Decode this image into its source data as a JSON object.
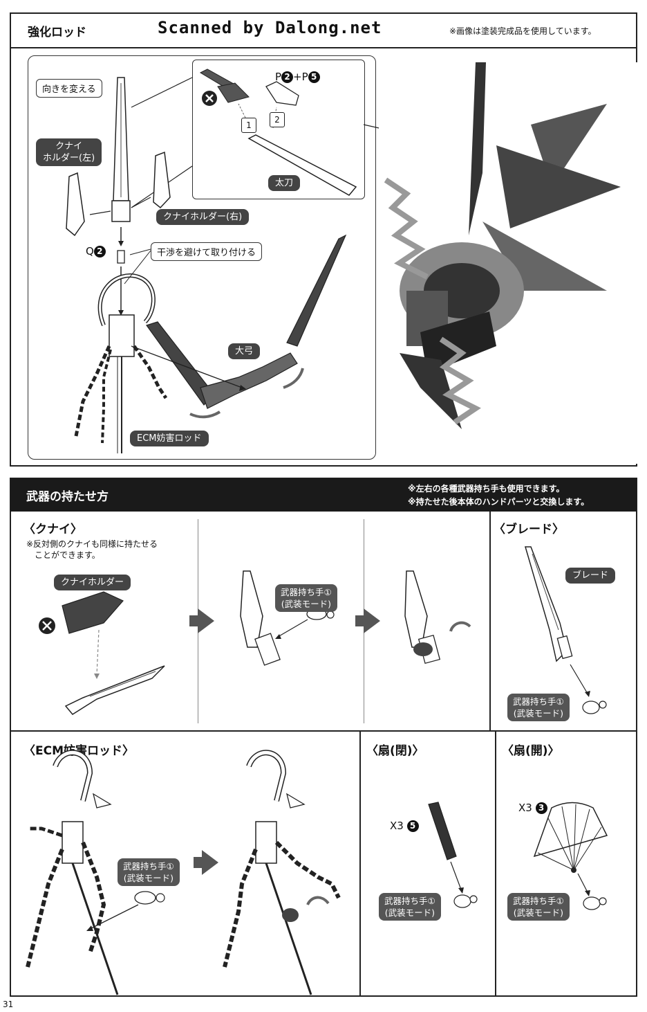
{
  "header": {
    "title": "強化ロッド",
    "scanner": "Scanned by Dalong.net",
    "note": "※画像は塗装完成品を使用しています。"
  },
  "top": {
    "labels": {
      "turn": "向きを変える",
      "kunai_left": "クナイ\nホルダー(左)",
      "kunai_right": "クナイホルダー(右)",
      "q2_letter": "Q",
      "q2_num": "2",
      "avoid": "干渉を避けて取り付ける",
      "bow": "大弓",
      "ecm": "ECM妨害ロッド",
      "tachi": "太刀",
      "p_formula_p1": "P",
      "p_formula_n1": "2",
      "p_formula_plus": "+P",
      "p_formula_n2": "5",
      "step1": "1",
      "step2": "2"
    }
  },
  "weapons": {
    "title": "武器の持たせ方",
    "notes": [
      "※左右の各種武器持ち手も使用できます。",
      "※持たせた後本体のハンドパーツと交換します。"
    ],
    "kunai": {
      "heading": "〈クナイ〉",
      "note": "※反対側のクナイも同様に持たせる\n　ことができます。",
      "holder": "クナイホルダー",
      "hand": "武器持ち手①\n(武装モード)"
    },
    "blade": {
      "heading": "〈ブレード〉",
      "label": "ブレード",
      "hand": "武器持ち手①\n(武装モード)"
    },
    "ecm": {
      "heading": "〈ECM妨害ロッド〉",
      "hand": "武器持ち手①\n(武装モード)"
    },
    "fan_closed": {
      "heading": "〈扇(閉)〉",
      "qty": "X3",
      "num": "5",
      "hand": "武器持ち手①\n(武装モード)"
    },
    "fan_open": {
      "heading": "〈扇(開)〉",
      "qty": "X3",
      "num": "3",
      "hand": "武器持ち手①\n(武装モード)"
    }
  },
  "footer": {
    "page_number": "31"
  }
}
